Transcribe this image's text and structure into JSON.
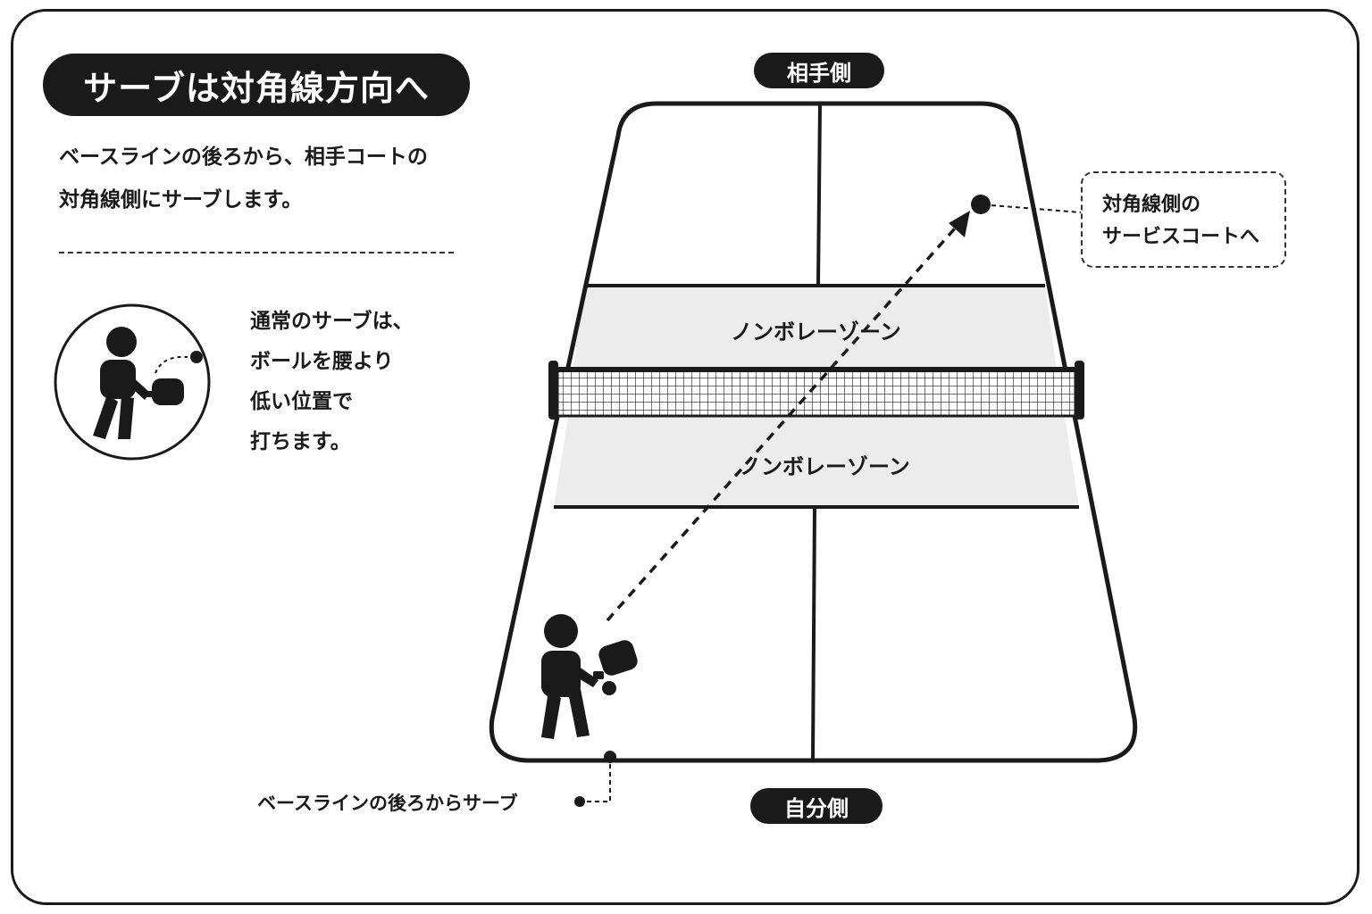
{
  "title": "サーブは対角線方向へ",
  "intro": {
    "line1": "ベースラインの後ろから、相手コートの",
    "line2": "対角線側にサーブします。"
  },
  "tip": {
    "line1": "通常のサーブは、",
    "line2": "ボールを腰より",
    "line3": "低い位置で",
    "line4": "打ちます。"
  },
  "court": {
    "opponent_side": "相手側",
    "own_side": "自分側",
    "nvz_top": "ノンボレーゾーン",
    "nvz_bottom": "ノンボレーゾーン"
  },
  "callout": {
    "line1": "対角線側の",
    "line2": "サービスコートへ"
  },
  "baseline_label": "ベースラインの後ろからサーブ",
  "colors": {
    "ink": "#1a1a1a",
    "kitchen_fill": "#ececec",
    "background": "#ffffff"
  },
  "icons": [
    "player-silhouette-icon",
    "ball-icon",
    "paddle-icon",
    "net-icon",
    "arrow-head-icon"
  ]
}
